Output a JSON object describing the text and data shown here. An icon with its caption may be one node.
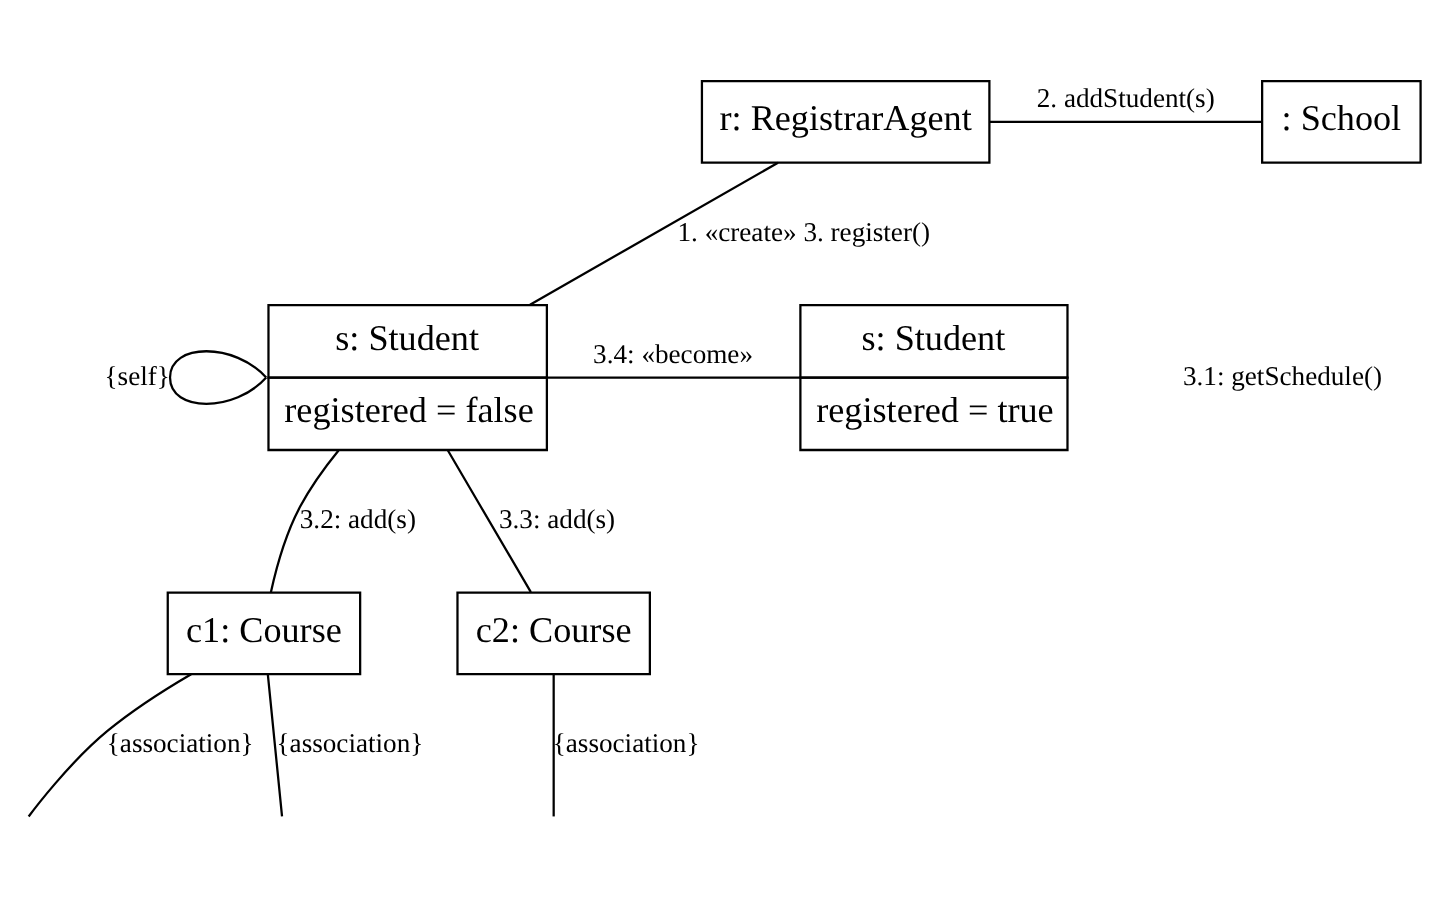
{
  "diagram": {
    "nodes": [
      {
        "text": [
          "r: RegistrarAgent"
        ]
      },
      {
        "text": [
          ": School"
        ]
      },
      {
        "text": [
          "s: Student",
          "registered = false"
        ]
      },
      {
        "text": [
          "s: Student",
          "registered = true"
        ]
      },
      {
        "text": [
          "c1: Course"
        ]
      },
      {
        "text": [
          "c2: Course"
        ]
      }
    ],
    "edges": [
      {
        "from": 0,
        "to": 1,
        "arrow": "none",
        "label": "2. addStudent(s)"
      },
      {
        "from": 0,
        "to": 2,
        "arrow": "none",
        "label": "1. «create» 3. register()"
      },
      {
        "from": 2,
        "to": 2,
        "arrow": "none",
        "label": "{self}"
      },
      {
        "from": 2,
        "to": 3,
        "arrow": "none",
        "label": "3.4: «become»"
      },
      {
        "from": 2,
        "to": 4,
        "arrow": "none",
        "label": "3.2: add(s)"
      },
      {
        "from": 2,
        "to": 5,
        "arrow": "none",
        "label": "3.3: add(s)"
      },
      {
        "from": 4,
        "to": null,
        "arrow": "none",
        "label": "{association}"
      },
      {
        "from": 4,
        "to": null,
        "arrow": "none",
        "label": "{association}"
      },
      {
        "from": 5,
        "to": null,
        "arrow": "none",
        "label": "{association}"
      }
    ],
    "labels": [
      "3.1: getSchedule()"
    ]
  }
}
